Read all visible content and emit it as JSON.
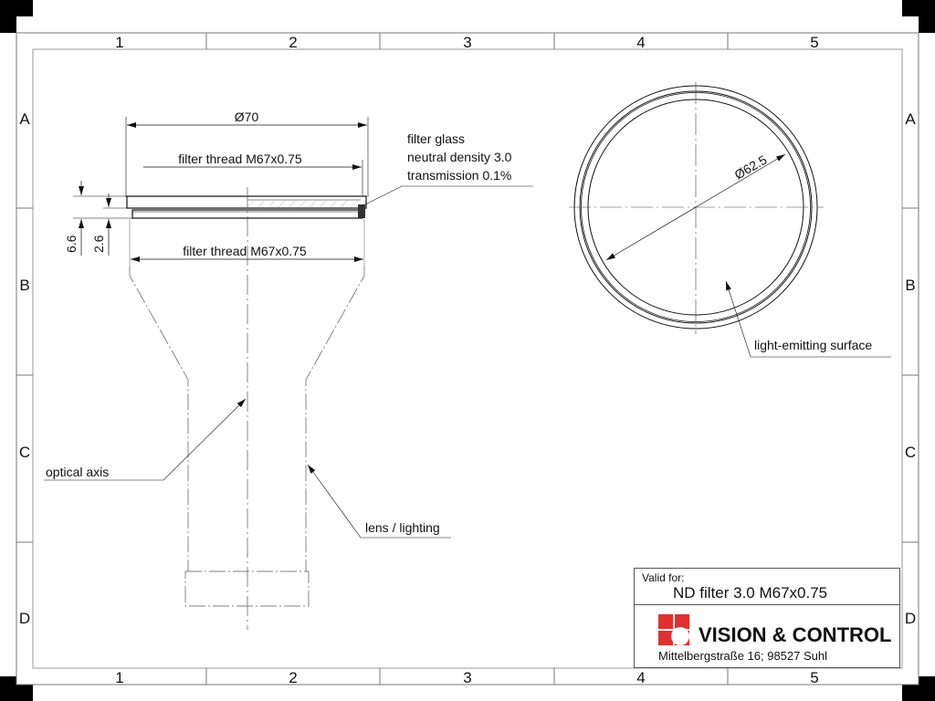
{
  "frame": {
    "columns": [
      "1",
      "2",
      "3",
      "4",
      "5"
    ],
    "rows": [
      "A",
      "B",
      "C",
      "D"
    ]
  },
  "side_view": {
    "dim_outer_diameter": "Ø70",
    "dim_thread_top": "filter thread M67x0.75",
    "dim_thread_bottom": "filter thread M67x0.75",
    "dim_height_total": "6.6",
    "dim_height_thread": "2.6"
  },
  "annotations": {
    "filter_glass": [
      "filter glass",
      "neutral density 3.0",
      "transmission 0.1%"
    ],
    "optical_axis": "optical axis",
    "lens_lighting": "lens / lighting",
    "light_emitting_surface": "light-emitting surface"
  },
  "front_view": {
    "dim_diameter": "Ø62.5"
  },
  "title_block": {
    "valid_for_label": "Valid for:",
    "valid_for_value": "ND filter 3.0 M67x0.75",
    "company": "VISION & CONTROL",
    "address": "Mittelbergstraße 16; 98527 Suhl",
    "logo_color": "#e03030"
  }
}
